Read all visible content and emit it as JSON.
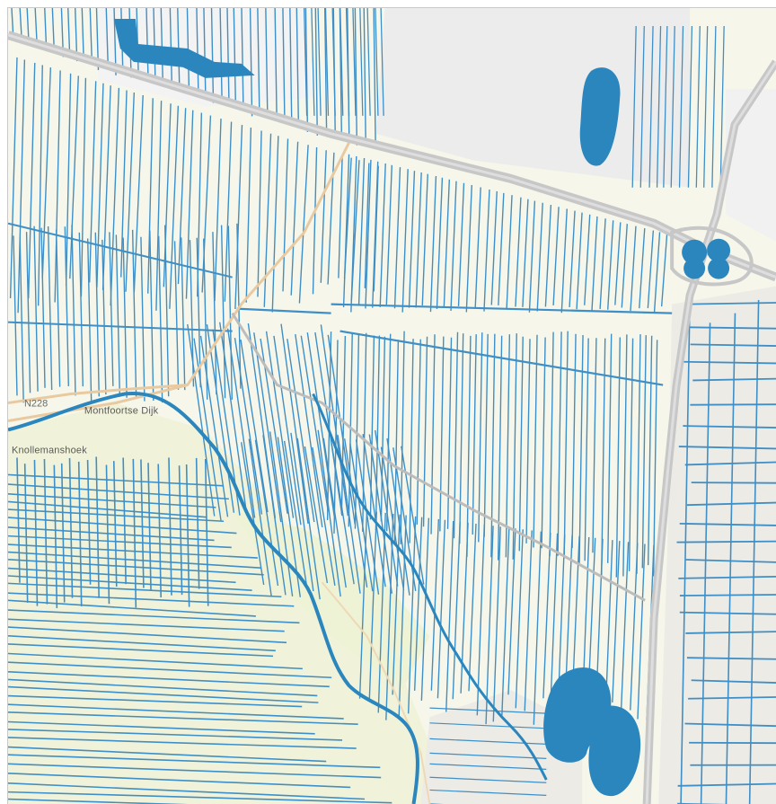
{
  "map": {
    "type": "topographic-water-map",
    "colors": {
      "land": "#f6f7ea",
      "meadow": "#eef2d8",
      "urban": "#ecebe6",
      "building": "#d6d6d6",
      "water": "#2b86be",
      "ditch": "#3f8fc6",
      "motorway": "#c8c8c8",
      "road": "#f2d9b8",
      "frame": "#c9c9c9"
    },
    "labels": {
      "hamlet_west": "Knollemanshoek",
      "hamlet_centre": "Montfoortse Dijk",
      "road_sign": "N228"
    }
  }
}
